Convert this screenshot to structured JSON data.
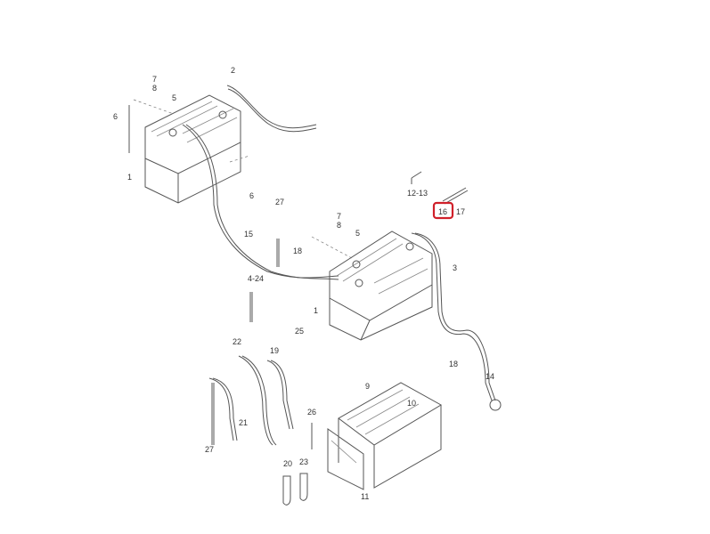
{
  "diagram": {
    "highlight_color": "#d0202a",
    "labels": [
      "2",
      "7",
      "8",
      "5",
      "6",
      "1",
      "6",
      "27",
      "12-13",
      "16",
      "17",
      "7",
      "8",
      "5",
      "15",
      "18",
      "3",
      "4-24",
      "1",
      "25",
      "22",
      "19",
      "18",
      "14",
      "9",
      "10",
      "26",
      "21",
      "27",
      "20",
      "23",
      "11"
    ],
    "highlighted_label": "16"
  }
}
